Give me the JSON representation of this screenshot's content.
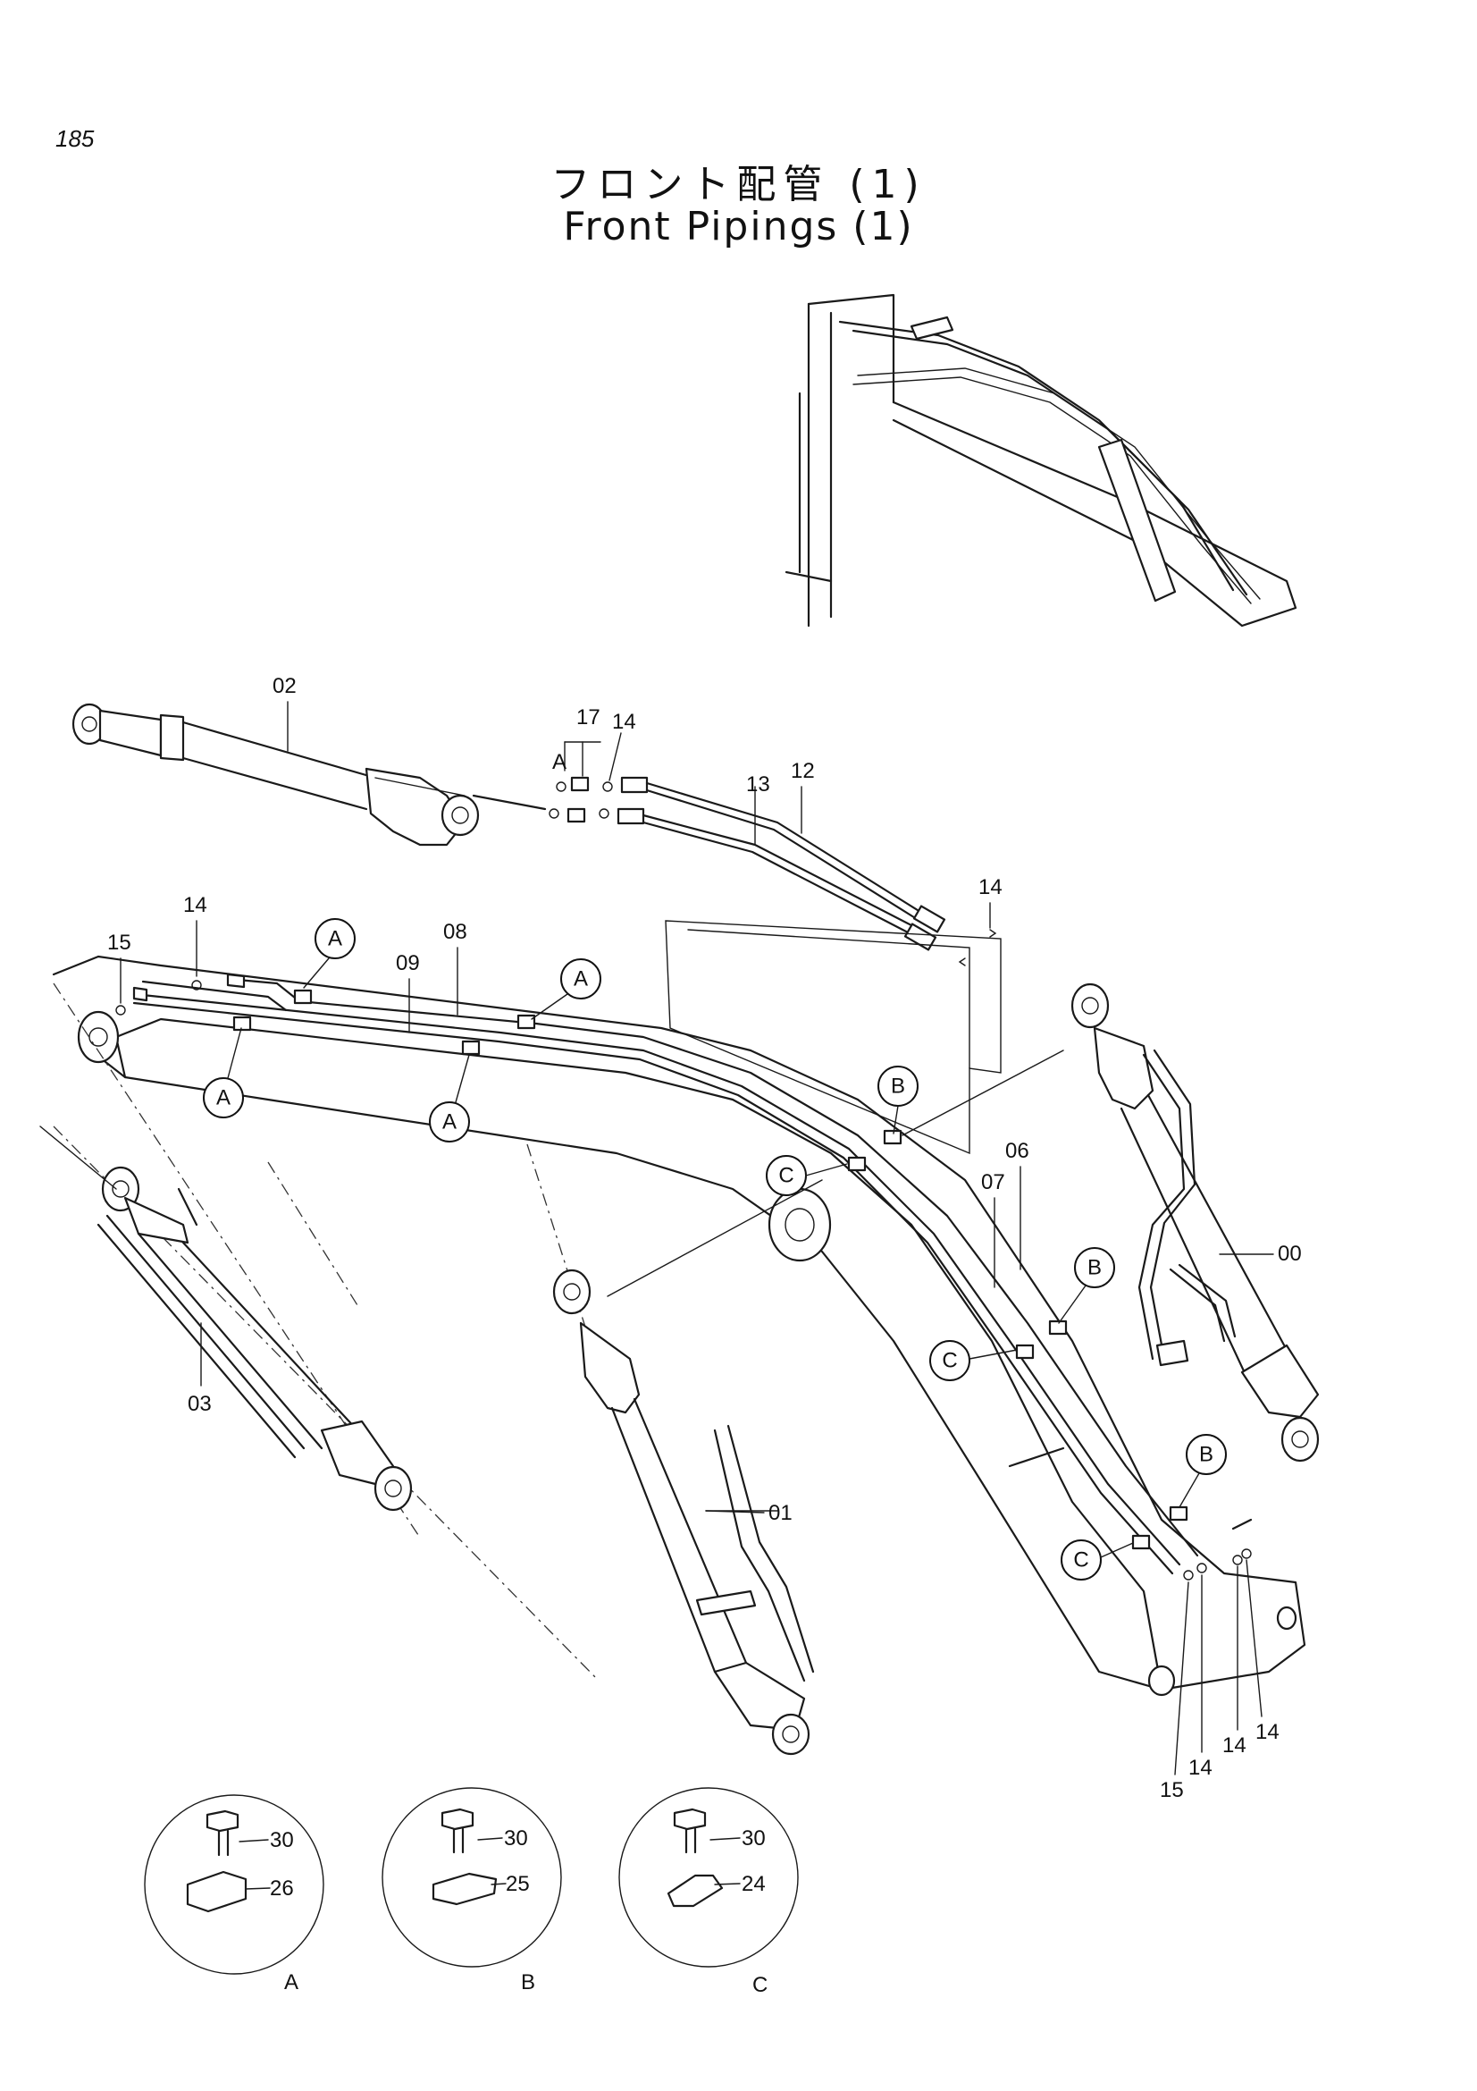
{
  "page_number": "185",
  "title_jp": "フロント配管 (1)",
  "title_en": "Front Pipings (1)",
  "parts": {
    "p00": "00",
    "p01": "01",
    "p02": "02",
    "p03": "03",
    "p06": "06",
    "p07": "07",
    "p08": "08",
    "p09": "09",
    "p12": "12",
    "p13": "13",
    "p14": "14",
    "p15": "15",
    "p17": "17",
    "p24": "24",
    "p25": "25",
    "p26": "26",
    "p30": "30"
  },
  "clamp_refs": {
    "a": "A",
    "b": "B",
    "c": "C"
  },
  "details": [
    {
      "ref": "A",
      "bolt": "30",
      "clamp": "26"
    },
    {
      "ref": "B",
      "bolt": "30",
      "clamp": "25"
    },
    {
      "ref": "C",
      "bolt": "30",
      "clamp": "24"
    }
  ]
}
